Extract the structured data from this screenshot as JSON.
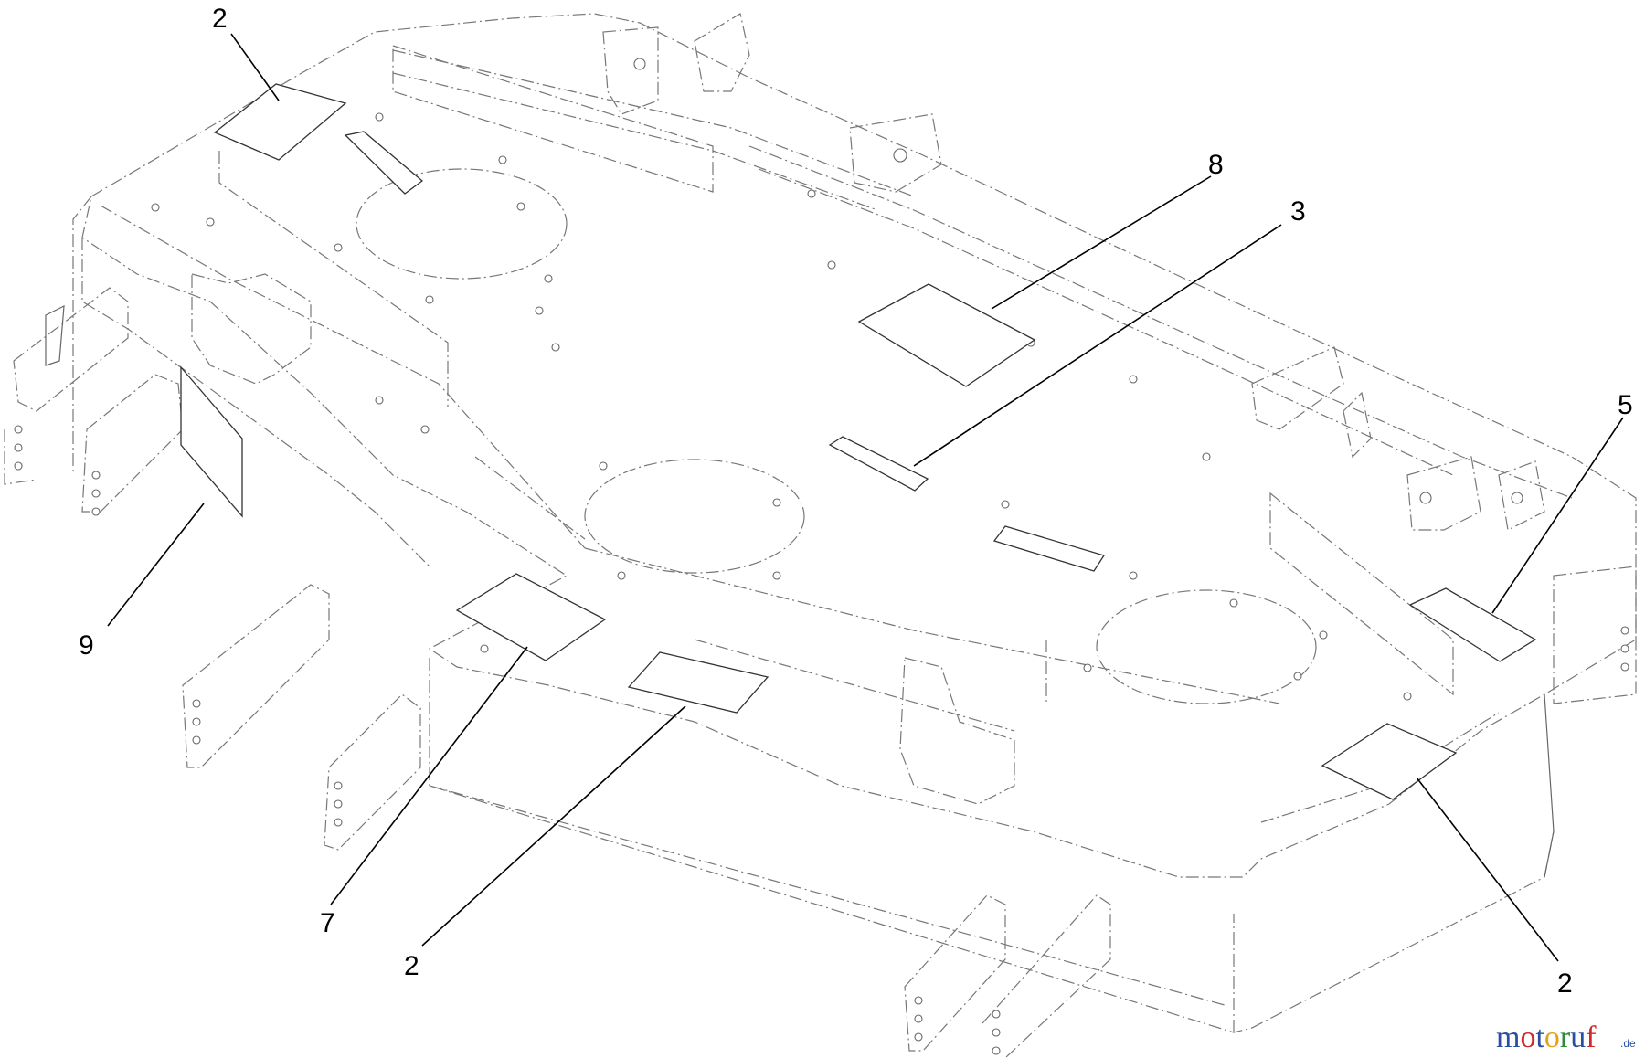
{
  "callouts": [
    {
      "label": "2"
    },
    {
      "label": "8"
    },
    {
      "label": "3"
    },
    {
      "label": "5"
    },
    {
      "label": "9"
    },
    {
      "label": "7"
    },
    {
      "label": "2"
    },
    {
      "label": "2"
    }
  ],
  "watermark": {
    "text_main": "motoruf",
    "text_suffix": ".de",
    "colors": {
      "m": "#2b4fa0",
      "o1": "#d12a2a",
      "t": "#2b4fa0",
      "o2": "#e3a21a",
      "r": "#2b8a3e",
      "u": "#2b4fa0",
      "f": "#d12a2a"
    }
  }
}
